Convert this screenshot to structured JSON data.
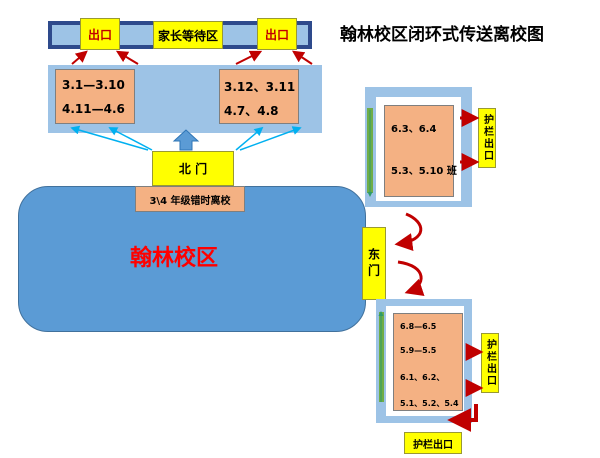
{
  "title": "翰林校区闭环式传送离校图",
  "top_bar": {
    "exit_left": "出口",
    "waiting_area": "家长等待区",
    "exit_right": "出口"
  },
  "north_zone": {
    "left_classes_line1": "3.1—3.10",
    "left_classes_line2": "4.11—4.6",
    "right_classes_line1": "3.12、3.11",
    "right_classes_line2": "4.7、4.8"
  },
  "north_gate": "北 门",
  "staggered_release": "3\\4 年级错时离校",
  "campus_name": "翰林校区",
  "east_gate": "东门",
  "upper_right_zone": {
    "classes_line1": "6.3、6.4",
    "classes_line2": "5.3、5.10 班",
    "rail_exit": "护栏出口"
  },
  "lower_right_zone": {
    "classes": [
      "6.8—6.5",
      "5.9—5.5",
      "6.1、6.2、",
      "5.1、5.2、5.4"
    ],
    "rail_exit_side": "护栏出口",
    "rail_exit_bottom": "护栏出口"
  },
  "colors": {
    "campus_blue": "#5b9bd5",
    "zone_light_blue": "#9dc3e6",
    "dark_blue": "#2e4a8c",
    "class_block": "#f4b183",
    "exit_yellow": "#ffff00",
    "arrow_red": "#c00000",
    "arrow_blue": "#00b0f0",
    "campus_text_red": "#ff0000"
  }
}
